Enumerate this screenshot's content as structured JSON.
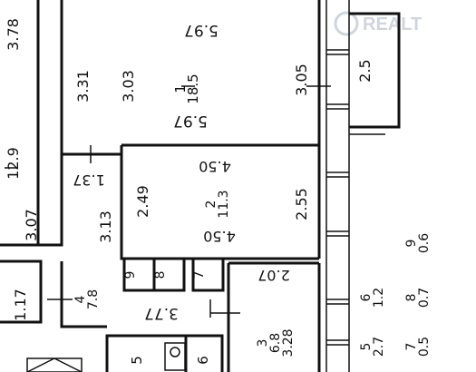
{
  "watermark": "REALT",
  "rooms": {
    "room1": {
      "number": "1",
      "area": "18.5",
      "width_top": "5.97",
      "width_bottom": "5.97",
      "depth_left": "3.31",
      "depth_mid": "3.03",
      "depth_right": "3.05"
    },
    "room2": {
      "number": "2",
      "area": "11.3",
      "width_top": "4.50",
      "width_bottom": "4.50",
      "depth_left": "2.49",
      "depth_right": "2.55"
    },
    "room3": {
      "number": "3",
      "area": "6.8",
      "depth": "3.28",
      "width": "2.07"
    },
    "room4": {
      "number": "4",
      "area": "7.8",
      "width": "1.17",
      "height": "3.13",
      "nook": "1.37"
    },
    "room5": {
      "number": "5",
      "area": "2.7"
    },
    "room6": {
      "number": "6",
      "area": "1.2"
    },
    "room7": {
      "number": "7",
      "area": "0.5"
    },
    "room8": {
      "number": "8",
      "area": "0.7"
    },
    "room9": {
      "number": "9",
      "area": "0.6"
    },
    "closets": {
      "c9": "9",
      "c8": "8",
      "c7": "7"
    },
    "corridor_width": "3.77",
    "balcony": "2.5",
    "bath_labels": {
      "b5": "5",
      "b6": "6"
    },
    "left_neighbor": {
      "top": "3.78",
      "area": "12.9",
      "partial": "3.07"
    }
  }
}
